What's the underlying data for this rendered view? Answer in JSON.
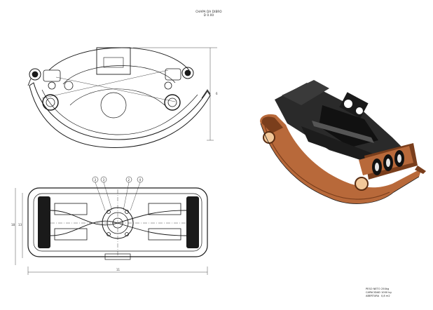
{
  "title_block": {
    "line1": "CHAPA DA DIBRO",
    "line2": "D 0.00"
  },
  "dimensions": {
    "side_height": "6",
    "top_width": "11",
    "top_height_outer": "18",
    "top_height_inner": "13"
  },
  "balloons": [
    "3",
    "3",
    "2",
    "4"
  ],
  "specs": [
    {
      "label": "PESO NETO",
      "value": "250kg"
    },
    {
      "label": "CAPACIDAD",
      "value": "1000 kg"
    },
    {
      "label": "ABERTURA",
      "value": "0,8 m2"
    }
  ],
  "colors": {
    "line": "#1a1a1a",
    "copper": "#b8693a",
    "copper_dark": "#7a3e1c",
    "steel": "#1f1f1f",
    "steel_mid": "#3a3a3a"
  }
}
